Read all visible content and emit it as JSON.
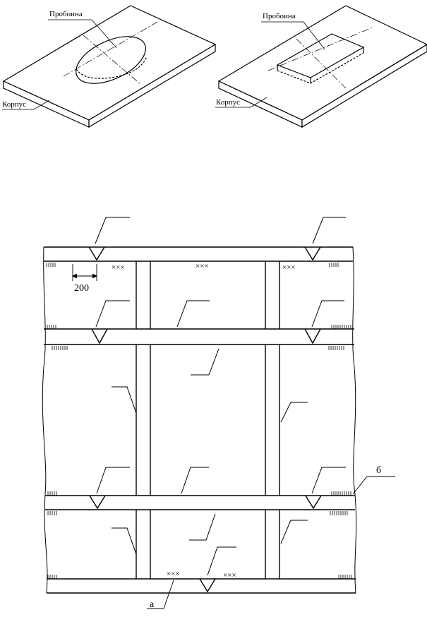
{
  "fig1": {
    "hole_label": "Пробоина",
    "body_label": "Корпус"
  },
  "fig2": {
    "hole_label": "Пробоина",
    "body_label": "Корпус"
  },
  "plan": {
    "dimension": "200",
    "label_a": "а",
    "label_b": "б",
    "weld_marks": [
      "×××",
      "×××",
      "×××",
      "×××",
      "×××"
    ]
  }
}
